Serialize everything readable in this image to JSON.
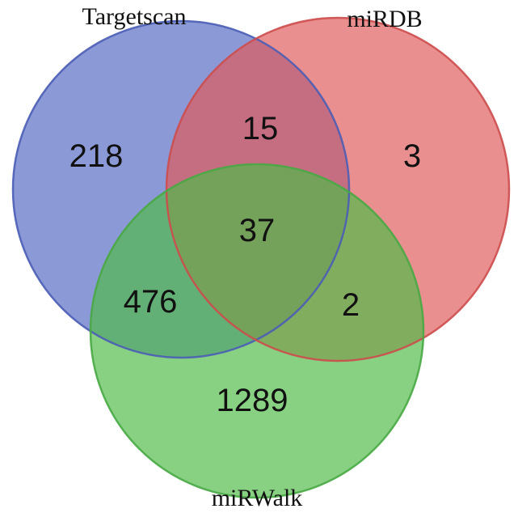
{
  "sets": [
    {
      "name": "Targetscan",
      "color": "#5468c4",
      "stroke": "#4a5db5"
    },
    {
      "name": "miRDB",
      "color": "#e05a5a",
      "stroke": "#cc4c4c"
    },
    {
      "name": "miRWalk",
      "color": "#4fbb48",
      "stroke": "#48a844"
    }
  ],
  "regions": {
    "targetscan_only": "218",
    "mirdb_only": "3",
    "mirwalk_only": "1289",
    "targetscan_mirdb": "15",
    "targetscan_mirwalk": "476",
    "mirdb_mirwalk": "2",
    "all_three": "37"
  }
}
